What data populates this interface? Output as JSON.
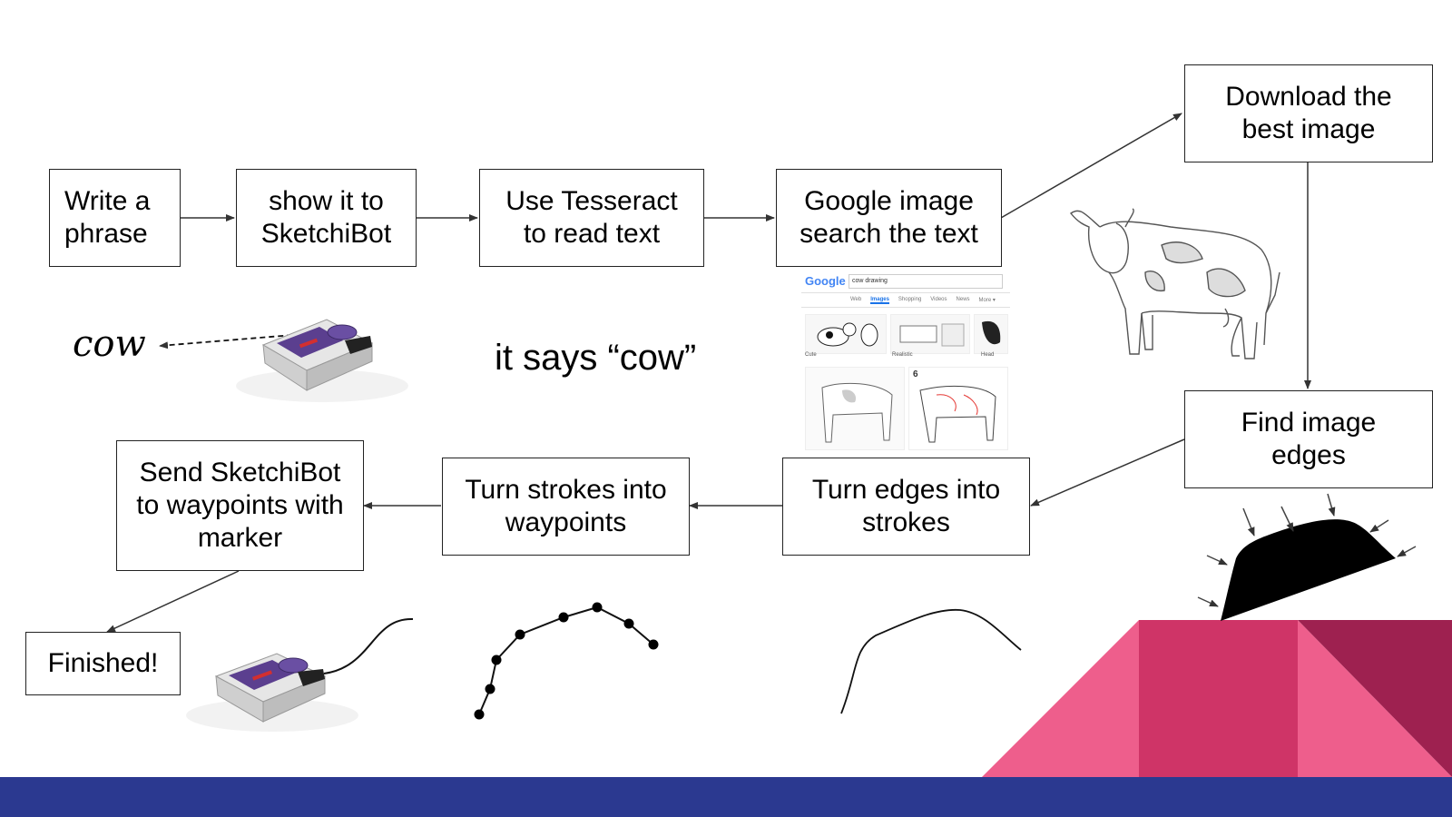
{
  "diagram": {
    "boxes": [
      {
        "id": "write",
        "text": "Write a\nphrase"
      },
      {
        "id": "show",
        "text": "show it to\nSketchiBot"
      },
      {
        "id": "tesseract",
        "text": "Use Tesseract\nto read text"
      },
      {
        "id": "google",
        "text": "Google image\nsearch the text"
      },
      {
        "id": "download",
        "text": "Download the\nbest image"
      },
      {
        "id": "edges",
        "text": "Find image\nedges"
      },
      {
        "id": "strokes",
        "text": "Turn edges into\nstrokes"
      },
      {
        "id": "waypoints",
        "text": "Turn strokes into\nwaypoints"
      },
      {
        "id": "send",
        "text": "Send SketchiBot\nto waypoints with\nmarker"
      },
      {
        "id": "finished",
        "text": "Finished!"
      }
    ],
    "handwritten_word": "cow",
    "ocr_caption": "it says “cow”"
  },
  "google_search": {
    "logo": "Google",
    "query": "cow drawing",
    "tabs": [
      "Web",
      "Images",
      "Shopping",
      "Videos",
      "News",
      "More ▾"
    ],
    "active_tab": "Images",
    "chips": [
      "Cute",
      "Realistic",
      "Head"
    ],
    "result_badge": "6"
  },
  "colors": {
    "footer_bar": "#2b3990",
    "accent_pink": "#ee5e8c",
    "accent_magenta": "#cf3467",
    "accent_dark": "#9e2150",
    "robot_purple": "#5b3f8f"
  }
}
